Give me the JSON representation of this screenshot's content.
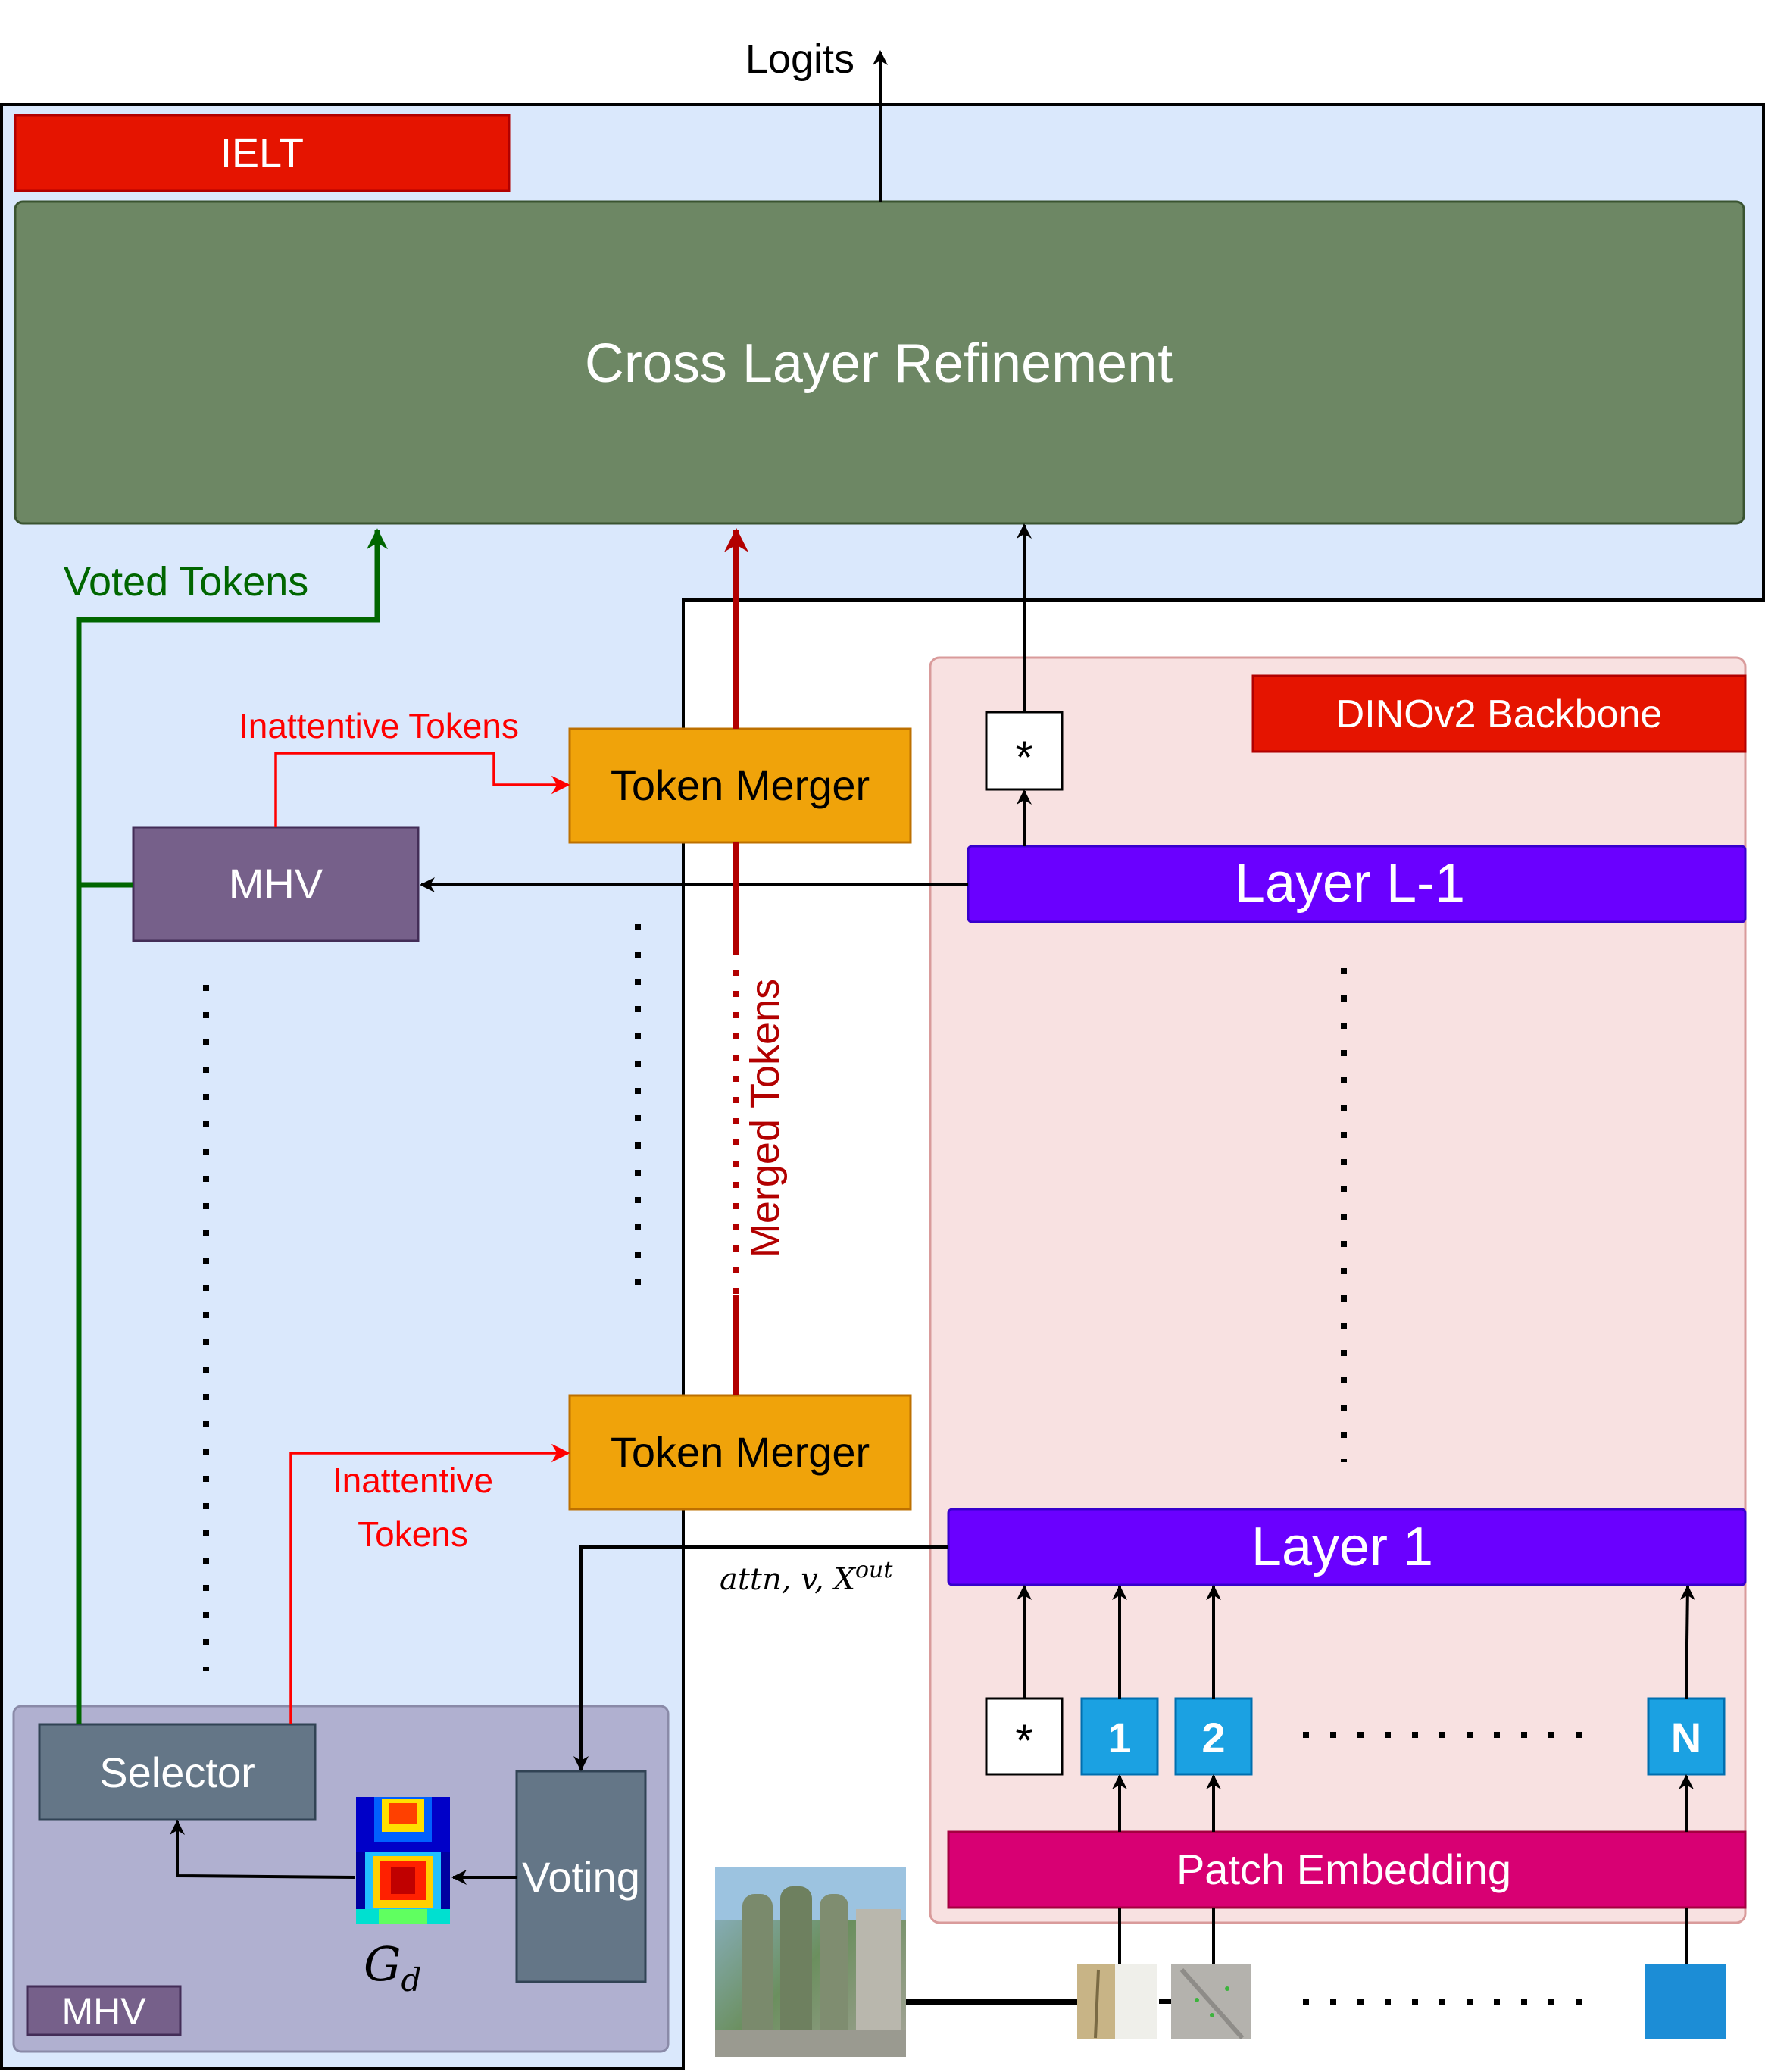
{
  "output_label": "Logits",
  "ielt": {
    "tag": "IELT",
    "cross_layer_refinement": "Cross Layer Refinement",
    "voted_tokens": "Voted Tokens",
    "merged_tokens": "Merged Tokens",
    "inattentive_tokens_top": "Inattentive Tokens",
    "inattentive_tokens_bottom_line1": "Inattentive",
    "inattentive_tokens_bottom_line2": "Tokens",
    "token_merger_top": "Token Merger",
    "token_merger_bottom": "Token Merger",
    "mhv_block": "MHV"
  },
  "mhv_module": {
    "tag": "MHV",
    "selector": "Selector",
    "voting": "Voting",
    "heatmap_label_main": "G",
    "heatmap_label_sub": "d"
  },
  "backbone": {
    "tag": "DINOv2 Backbone",
    "layer_last": "Layer L-1",
    "layer_first": "Layer 1",
    "attn_label_main": "attn, v, X",
    "attn_label_sup": "out",
    "patch_embedding": "Patch Embedding",
    "cls_symbol": "*",
    "tokens": [
      "1",
      "2",
      "N"
    ]
  },
  "colors": {
    "ielt_bg": "#dae8fc",
    "red_tag": "#e51400",
    "cross_layer": "#6d8764",
    "token_merger": "#f0a30a",
    "mhv_block": "#76608a",
    "mhv_module_bg": "#b0b0d0",
    "selector": "#647687",
    "backbone_bg": "#f8e1e1",
    "layer": "#6a00ff",
    "patch_embedding": "#d80073",
    "token": "#1ba1e2",
    "voted_arrow": "#006600",
    "merged_arrow": "#b20000",
    "inattentive_arrow": "#ff0000"
  }
}
